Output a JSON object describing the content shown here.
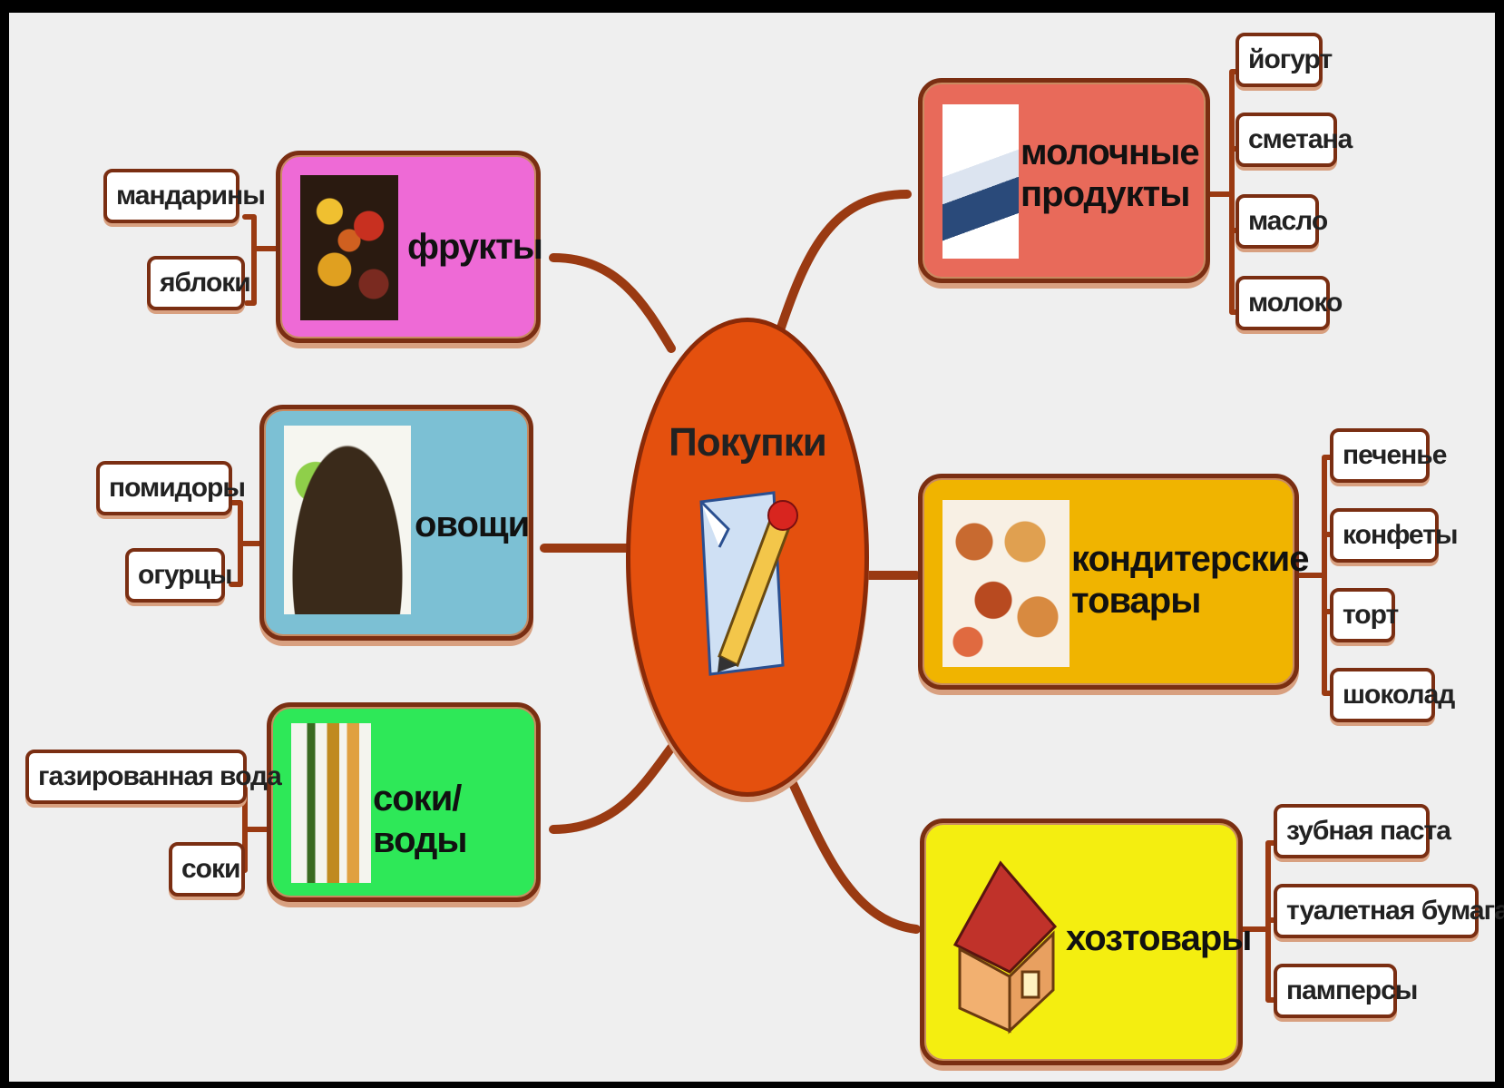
{
  "center": {
    "title": "Покупки",
    "icon": "notepad-pencil-icon"
  },
  "colors": {
    "connector": "#9a3a12",
    "center": "#e4500e",
    "fruits": "#ee6ad6",
    "vegetables": "#7cc0d4",
    "drinks": "#2ee858",
    "dairy": "#e86a5a",
    "confectionery": "#f0b400",
    "household": "#f4ee10"
  },
  "branches": {
    "fruits": {
      "label": "фрукты",
      "icon": "fruits-photo",
      "items": [
        "мандарины",
        "яблоки"
      ]
    },
    "vegetables": {
      "label": "овощи",
      "icon": "vegetable-basket-photo",
      "items": [
        "помидоры",
        "огурцы"
      ]
    },
    "drinks": {
      "label": "соки/воды",
      "icon": "bottles-photo",
      "items": [
        "газированная вода",
        "соки"
      ]
    },
    "dairy": {
      "label": "молочные\nпродукты",
      "icon": "milk-carton-photo",
      "items": [
        "йогурт",
        "сметана",
        "масло",
        "молоко"
      ]
    },
    "confectionery": {
      "label": "кондитерские\nтовары",
      "icon": "pastries-photo",
      "items": [
        "печенье",
        "конфеты",
        "торт",
        "шоколад"
      ]
    },
    "household": {
      "label": "хозтовары",
      "icon": "house-icon",
      "items": [
        "зубная паста",
        "туалетная бумага",
        "памперсы"
      ]
    }
  }
}
